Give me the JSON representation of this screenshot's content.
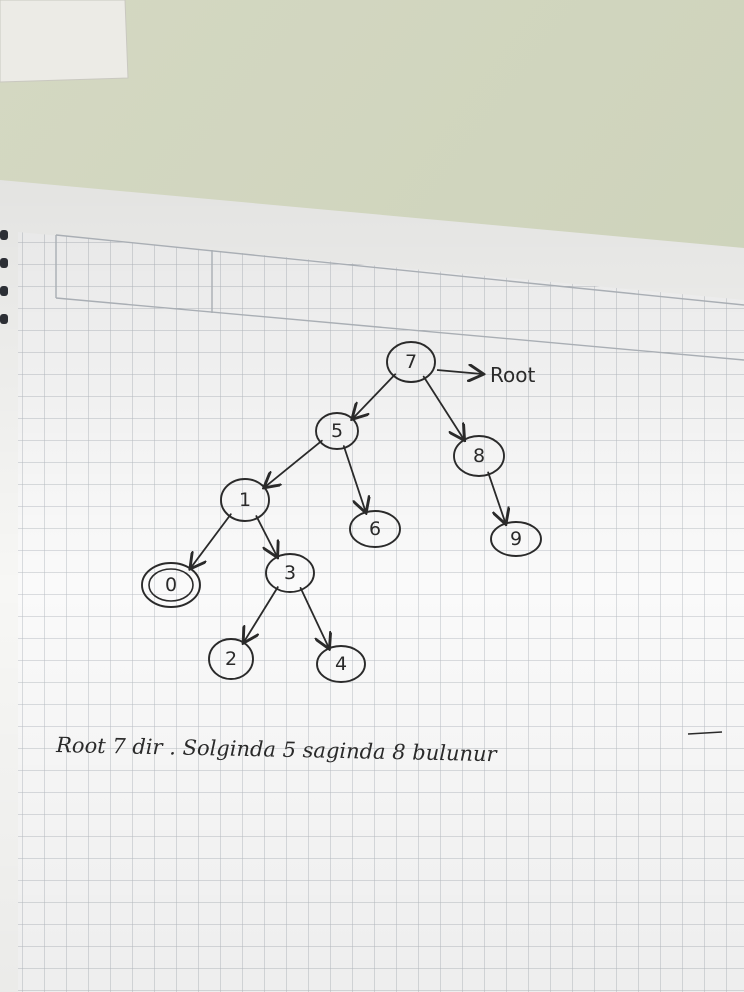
{
  "diagram": {
    "root_pointer_label": "Root",
    "nodes": [
      {
        "id": "7",
        "label": "7"
      },
      {
        "id": "5",
        "label": "5"
      },
      {
        "id": "8",
        "label": "8"
      },
      {
        "id": "1",
        "label": "1"
      },
      {
        "id": "6",
        "label": "6"
      },
      {
        "id": "9",
        "label": "9"
      },
      {
        "id": "0",
        "label": "0"
      },
      {
        "id": "3",
        "label": "3"
      },
      {
        "id": "2",
        "label": "2"
      },
      {
        "id": "4",
        "label": "4"
      }
    ],
    "edges": [
      {
        "from": "7",
        "to": "5"
      },
      {
        "from": "7",
        "to": "8"
      },
      {
        "from": "5",
        "to": "1"
      },
      {
        "from": "5",
        "to": "6"
      },
      {
        "from": "8",
        "to": "9"
      },
      {
        "from": "1",
        "to": "0"
      },
      {
        "from": "1",
        "to": "3"
      },
      {
        "from": "3",
        "to": "2"
      },
      {
        "from": "3",
        "to": "4"
      }
    ],
    "caption": "Root 7 dir . Solginda 5 saginda 8 bulunur"
  }
}
